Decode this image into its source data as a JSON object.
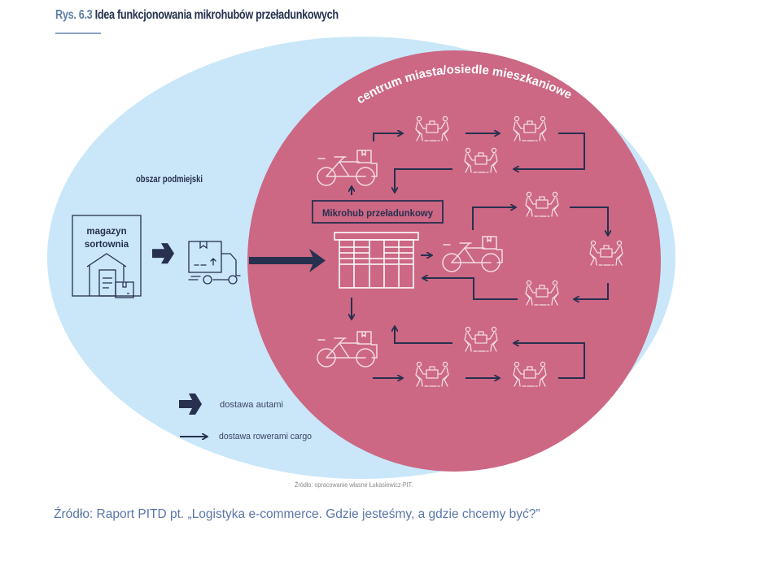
{
  "figure": {
    "number": "Rys. 6.3",
    "title": "Idea funkcjonowania mikrohubów przeładunkowych"
  },
  "zones": {
    "suburban": "obszar podmiejski",
    "city": "centrum miasta/osiedle mieszkaniowe"
  },
  "nodes": {
    "warehouse_line1": "magazyn",
    "warehouse_line2": "sortownia",
    "microhub": "Mikrohub przeładunkowy"
  },
  "icons": {
    "warehouse": "warehouse-icon",
    "truck": "delivery-truck-icon",
    "parcel_locker": "parcel-locker-icon",
    "cargo_bike": "cargo-bike-icon",
    "handover": "package-handover-icon",
    "arrow_car": "thick-arrow-icon",
    "arrow_bike": "thin-arrow-icon"
  },
  "legend": {
    "car_delivery": "dostawa autami",
    "bike_delivery": "dostawa rowerami cargo"
  },
  "colors": {
    "suburban_fill": "#c9e7f8",
    "city_fill": "#cc6784",
    "navy": "#27304f",
    "icon_line": "#f3dbe3"
  },
  "source_small": "Źródło: opracowanie własne Łukasiewicz-PIT.",
  "source_caption": "Źródło: Raport  PITD pt. „Logistyka e-commerce. Gdzie jesteśmy, a gdzie chcemy być?”"
}
